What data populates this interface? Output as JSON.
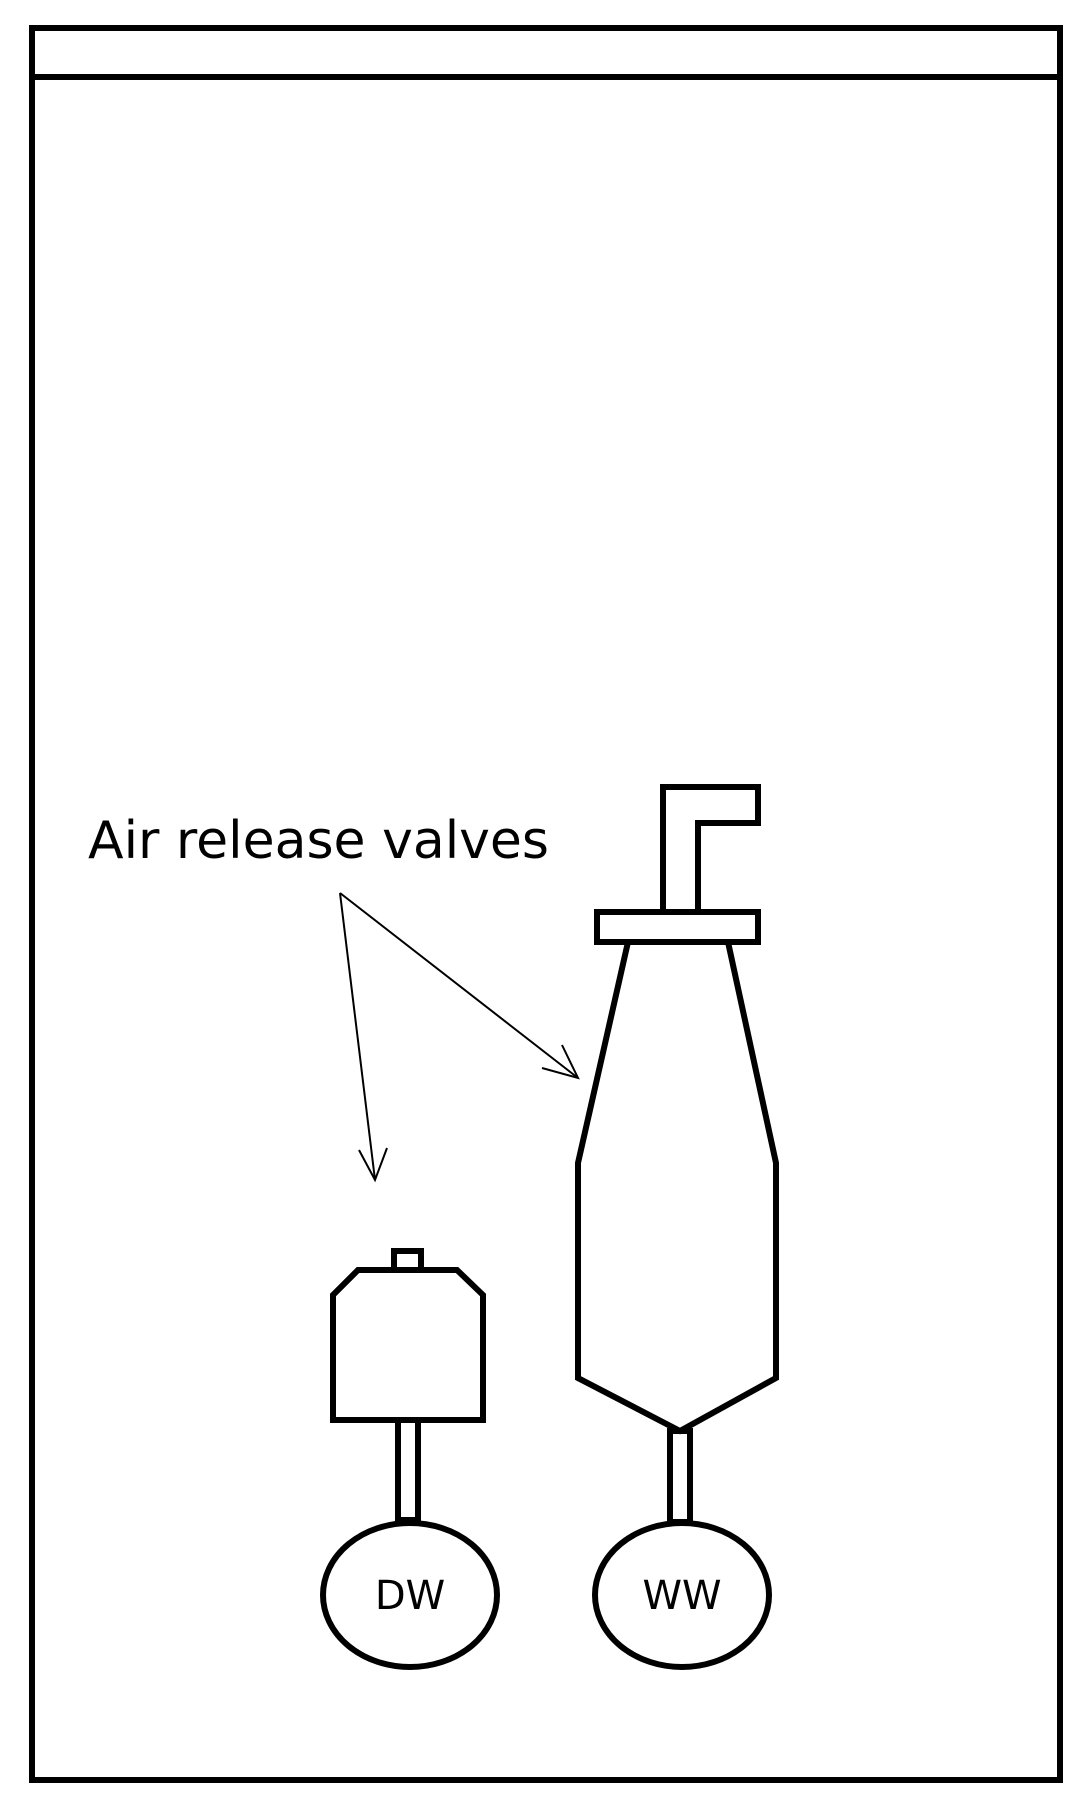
{
  "annotation": {
    "text": "Air release valves"
  },
  "valves": {
    "dw_label": "DW",
    "ww_label": "WW"
  }
}
